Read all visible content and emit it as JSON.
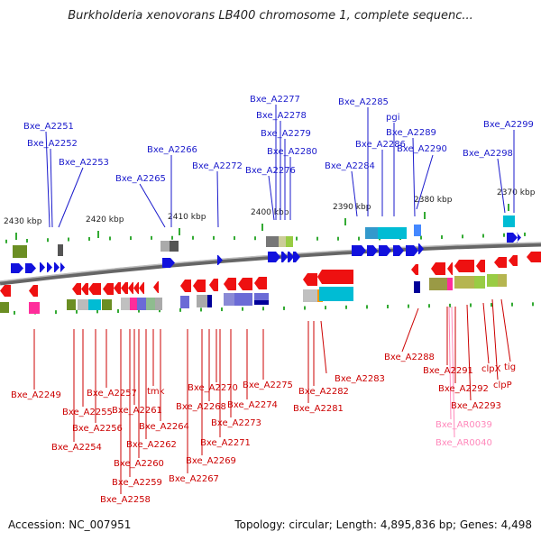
{
  "title": "Burkholderia xenovorans LB400 chromosome 1, complete sequenc...",
  "footer": {
    "accession": "Accession: NC_007951",
    "topology": "Topology: circular; Length: 4,895,836 bp; Genes: 4,498"
  },
  "colors": {
    "top_strand_label": "#1a1acc",
    "bottom_strand_label": "#cc0000",
    "rna_label": "#ff88bb",
    "forward_arrow": "#1111dd",
    "reverse_arrow": "#ee1111",
    "tick": "#33aa33"
  },
  "kbp_labels": [
    "2430 kbp",
    "2420 kbp",
    "2410 kbp",
    "2400 kbp",
    "2390 kbp",
    "2380 kbp",
    "2370 kbp"
  ],
  "top_genes": [
    "Bxe_A2251",
    "Bxe_A2252",
    "Bxe_A2253",
    "Bxe_A2265",
    "Bxe_A2266",
    "Bxe_A2272",
    "Bxe_A2277",
    "Bxe_A2278",
    "Bxe_A2279",
    "Bxe_A2280",
    "Bxe_A2276",
    "Bxe_A2285",
    "pgi",
    "Bxe_A2286",
    "Bxe_A2289",
    "Bxe_A2290",
    "Bxe_A2284",
    "Bxe_A2299",
    "Bxe_A2298"
  ],
  "bottom_genes": [
    "Bxe_A2249",
    "Bxe_A2257",
    "Bxe_A2255",
    "Bxe_A2256",
    "Bxe_A2254",
    "Bxe_A2261",
    "tmk",
    "Bxe_A2264",
    "Bxe_A2262",
    "Bxe_A2260",
    "Bxe_A2259",
    "Bxe_A2258",
    "Bxe_A2270",
    "Bxe_A2268",
    "Bxe_A2273",
    "Bxe_A2271",
    "Bxe_A2269",
    "Bxe_A2267",
    "Bxe_A2275",
    "Bxe_A2274",
    "Bxe_A2283",
    "Bxe_A2282",
    "Bxe_A2281",
    "Bxe_A2288",
    "Bxe_A2291",
    "Bxe_A2292",
    "clpX",
    "tig",
    "clpP",
    "Bxe_A2293"
  ],
  "rna_genes": [
    "Bxe_AR0039",
    "Bxe_AR0040"
  ]
}
